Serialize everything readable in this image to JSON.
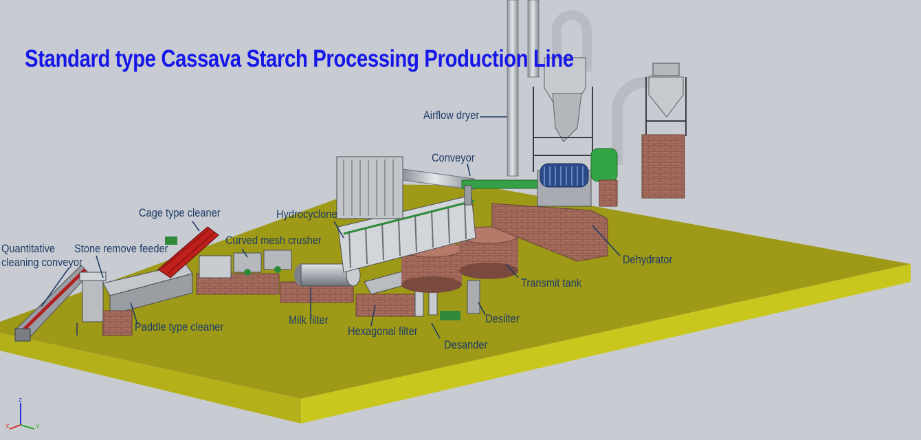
{
  "title": "Standard type Cassava Starch Processing Production Line",
  "labels": {
    "quantitative_line1": "Quantitative",
    "quantitative_line2": "cleaning conveyor",
    "stone_remove_feeder": "Stone remove feeder",
    "cage_type_cleaner": "Cage type cleaner",
    "curved_mesh_crusher": "Curved mesh crusher",
    "paddle_type_cleaner": "Paddle type cleaner",
    "hydrocyclone": "Hydrocyclone",
    "milk_filter": "Milk filter",
    "hexagonal_filter": "Hexagonal filter",
    "desander": "Desander",
    "desilter": "Desilter",
    "conveyor": "Conveyor",
    "airflow_dryer": "Airflow dryer",
    "dehydrator": "Dehydrator",
    "transmit_tank": "Transmit tank"
  },
  "axes": {
    "z": "Z",
    "x": "X",
    "y": "Y"
  },
  "colors": {
    "background": "#c8ccd2",
    "floor_top": "#9e9a18",
    "floor_front": "#c9c61d",
    "brick": "#a0685a",
    "pipe": "#b8bcc2",
    "title": "#1616e8",
    "label": "#1f3b66",
    "leader": "#1f3b66"
  }
}
